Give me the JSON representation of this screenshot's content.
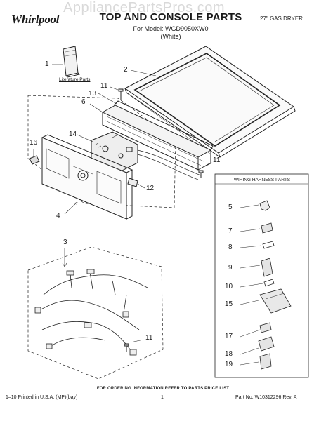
{
  "header": {
    "brand": "Whirlpool",
    "title": "TOP AND CONSOLE PARTS",
    "model_line": "For Model: WGD9050XW0",
    "color_line": "(White)",
    "product": "27\" GAS DRYER",
    "watermark": "AppliancePartsPros.com"
  },
  "labels": {
    "literature": "Literature Parts",
    "wiring_title": "WIRING HARNESS PARTS"
  },
  "callouts": {
    "c1": "1",
    "c2": "2",
    "c3": "3",
    "c4": "4",
    "c5": "5",
    "c6": "6",
    "c7": "7",
    "c8": "8",
    "c9": "9",
    "c10": "10",
    "c11a": "11",
    "c11b": "11",
    "c11c": "11",
    "c12": "12",
    "c13": "13",
    "c14": "14",
    "c15": "15",
    "c16": "16",
    "c17": "17",
    "c18": "18",
    "c19": "19"
  },
  "footer": {
    "order_note": "FOR ORDERING INFORMATION REFER TO PARTS PRICE LIST",
    "printed": "1–10 Printed in U.S.A. (MP)(bay)",
    "page": "1",
    "part_no": "Part No. W10312296 Rev. A"
  }
}
